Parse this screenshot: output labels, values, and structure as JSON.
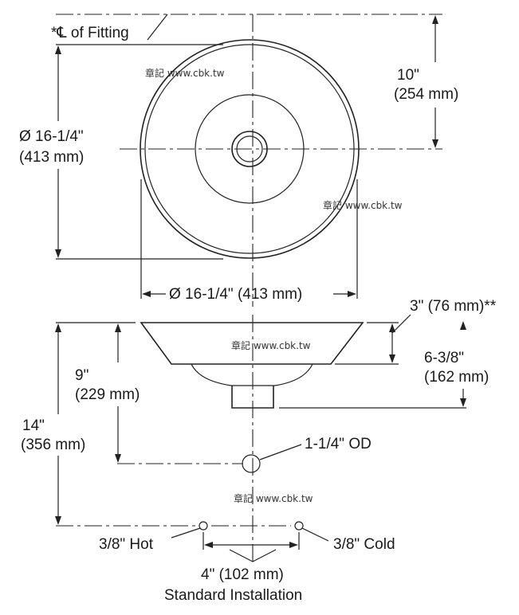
{
  "labels": {
    "centerline": "*℄ of Fitting",
    "top_dim_in": "10\"",
    "top_dim_mm": "(254 mm)",
    "dia_left_in": "Ø 16-1/4\"",
    "dia_left_mm": "(413 mm)",
    "dia_bottom": "Ø 16-1/4\" (413 mm)",
    "rim_height": "3\" (76 mm)**",
    "bowl_height_in": "6-3/8\"",
    "bowl_height_mm": "(162 mm)",
    "drain_height_in": "9\"",
    "drain_height_mm": "(229 mm)",
    "total_height_in": "14\"",
    "total_height_mm": "(356 mm)",
    "drain_od": "1-1/4\" OD",
    "hot": "3/8\" Hot",
    "cold": "3/8\" Cold",
    "spacing": "4\" (102 mm)",
    "install": "Standard Installation"
  },
  "watermarks": [
    "章記 www.cbk.tw",
    "章記 www.cbk.tw",
    "章記 www.cbk.tw",
    "章記 www.cbk.tw"
  ]
}
